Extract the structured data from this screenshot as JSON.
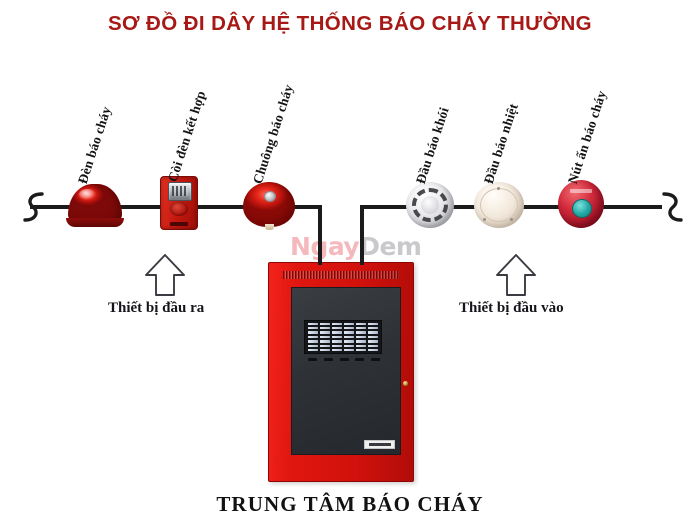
{
  "diagram": {
    "title": "SƠ ĐỒ ĐI DÂY HỆ THỐNG BÁO CHÁY THƯỜNG",
    "title_color": "#a71916",
    "background_color": "#ffffff",
    "wire_color": "#1b1b1b"
  },
  "watermark": {
    "part_a": "Ngay",
    "part_b": "Dem",
    "color_a": "#f4b8bd",
    "color_b": "#c9c9cc"
  },
  "output_devices": {
    "section_label": "Thiết bị đầu ra",
    "arrow_icon": "up-arrow-icon",
    "items": [
      {
        "label": "Đèn báo cháy",
        "icon": "strobe-light-icon",
        "color": "#e8281c"
      },
      {
        "label": "Còi đèn kết hợp",
        "icon": "horn-strobe-icon",
        "color": "#c3180f"
      },
      {
        "label": "Chuông báo cháy",
        "icon": "alarm-bell-icon",
        "color": "#e7291d"
      }
    ]
  },
  "input_devices": {
    "section_label": "Thiết bị đầu vào",
    "arrow_icon": "up-arrow-icon",
    "items": [
      {
        "label": "Đầu báo khói",
        "icon": "smoke-detector-icon",
        "color": "#ececee"
      },
      {
        "label": "Đầu báo nhiệt",
        "icon": "heat-detector-icon",
        "color": "#f5ece0"
      },
      {
        "label": "Nút ấn báo cháy",
        "icon": "manual-call-point-icon",
        "color": "#d32b3c"
      }
    ]
  },
  "control_panel": {
    "caption": "TRUNG TÂM BÁO CHÁY",
    "cabinet_color": "#e01710",
    "face_color": "#2e3136",
    "led_columns": 6,
    "led_rows": 7,
    "button_count": 5
  },
  "wiring": {
    "left_terminator_icon": "wire-hook-icon",
    "right_terminator_icon": "wire-hook-icon",
    "drop_wire_count": 2
  }
}
